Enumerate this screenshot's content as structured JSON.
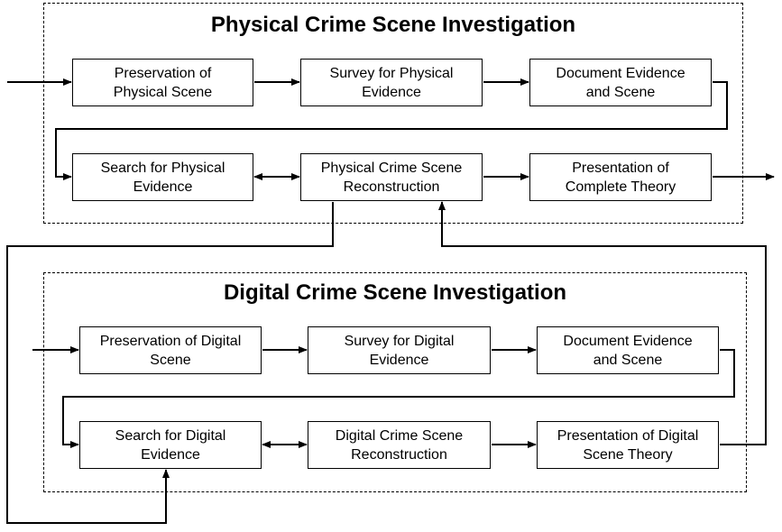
{
  "physical": {
    "title": "Physical Crime Scene Investigation",
    "steps": [
      "Preservation of\nPhysical Scene",
      "Survey for Physical\nEvidence",
      "Document Evidence\nand Scene",
      "Search for Physical\nEvidence",
      "Physical Crime Scene\nReconstruction",
      "Presentation of\nComplete Theory"
    ]
  },
  "digital": {
    "title": "Digital Crime Scene Investigation",
    "steps": [
      "Preservation of Digital\nScene",
      "Survey for Digital\nEvidence",
      "Document Evidence\nand Scene",
      "Search for Digital\nEvidence",
      "Digital Crime Scene\nReconstruction",
      "Presentation of Digital\nScene Theory"
    ]
  },
  "colors": {
    "line": "#000000",
    "background": "#ffffff"
  }
}
